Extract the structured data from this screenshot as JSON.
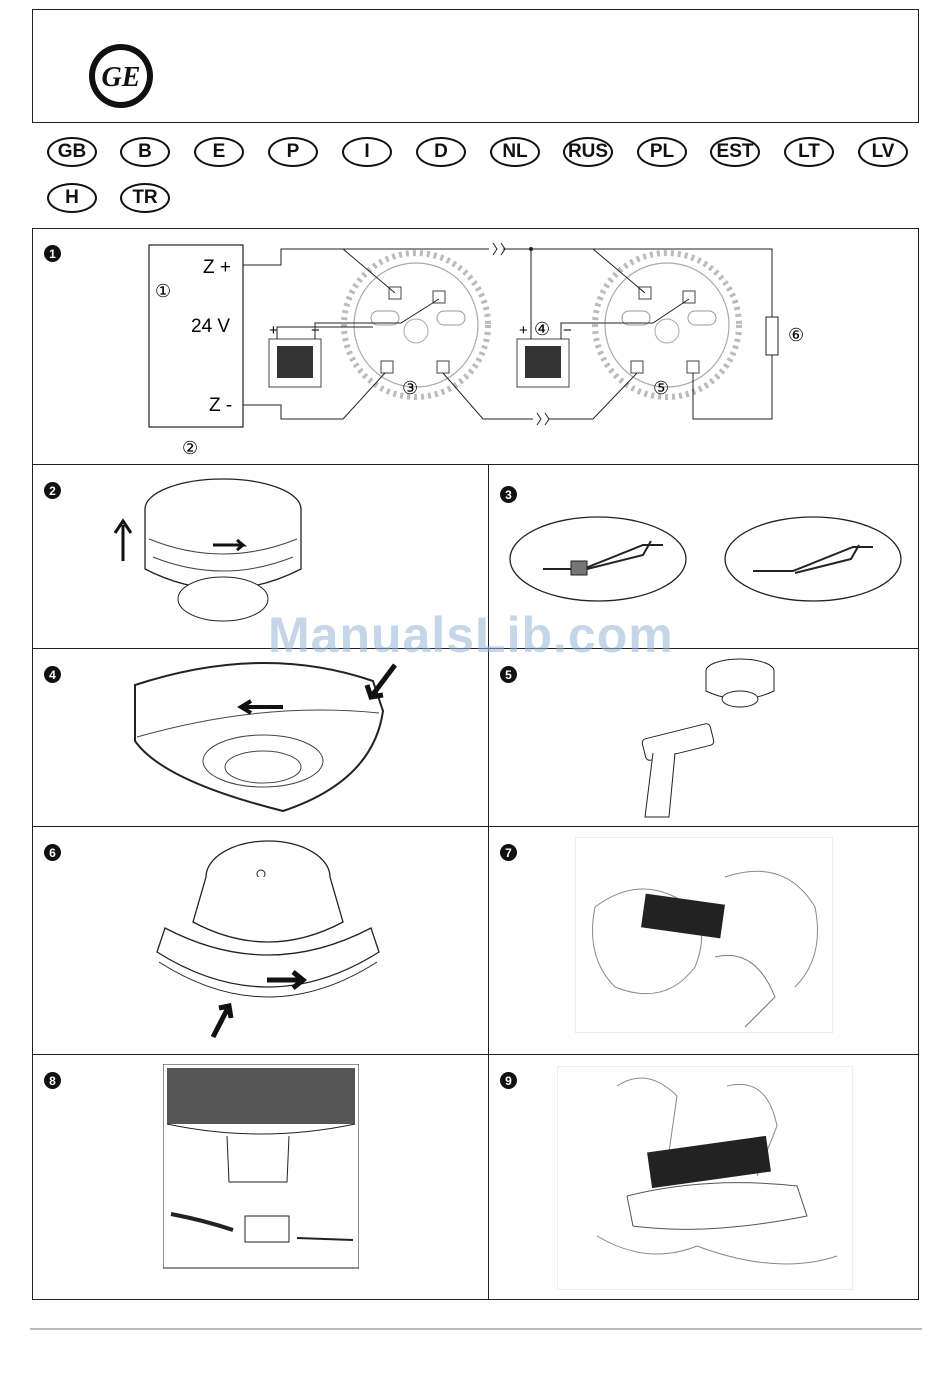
{
  "brand": {
    "logo_text": "GE"
  },
  "languages": [
    "GB",
    "B",
    "E",
    "P",
    "I",
    "D",
    "NL",
    "RUS",
    "PL",
    "EST",
    "LT",
    "LV",
    "H",
    "TR"
  ],
  "panels": [
    {
      "number": "1"
    },
    {
      "number": "2"
    },
    {
      "number": "3"
    },
    {
      "number": "4"
    },
    {
      "number": "5"
    },
    {
      "number": "6"
    },
    {
      "number": "7"
    },
    {
      "number": "8"
    },
    {
      "number": "9"
    }
  ],
  "wiring": {
    "z_plus": "Z +",
    "v24": "24 V",
    "z_minus": "Z -",
    "plus": "+",
    "minus": "−",
    "callouts": [
      "①",
      "②",
      "③",
      "④",
      "⑤",
      "⑥"
    ]
  },
  "watermark": "ManualsLib.com"
}
